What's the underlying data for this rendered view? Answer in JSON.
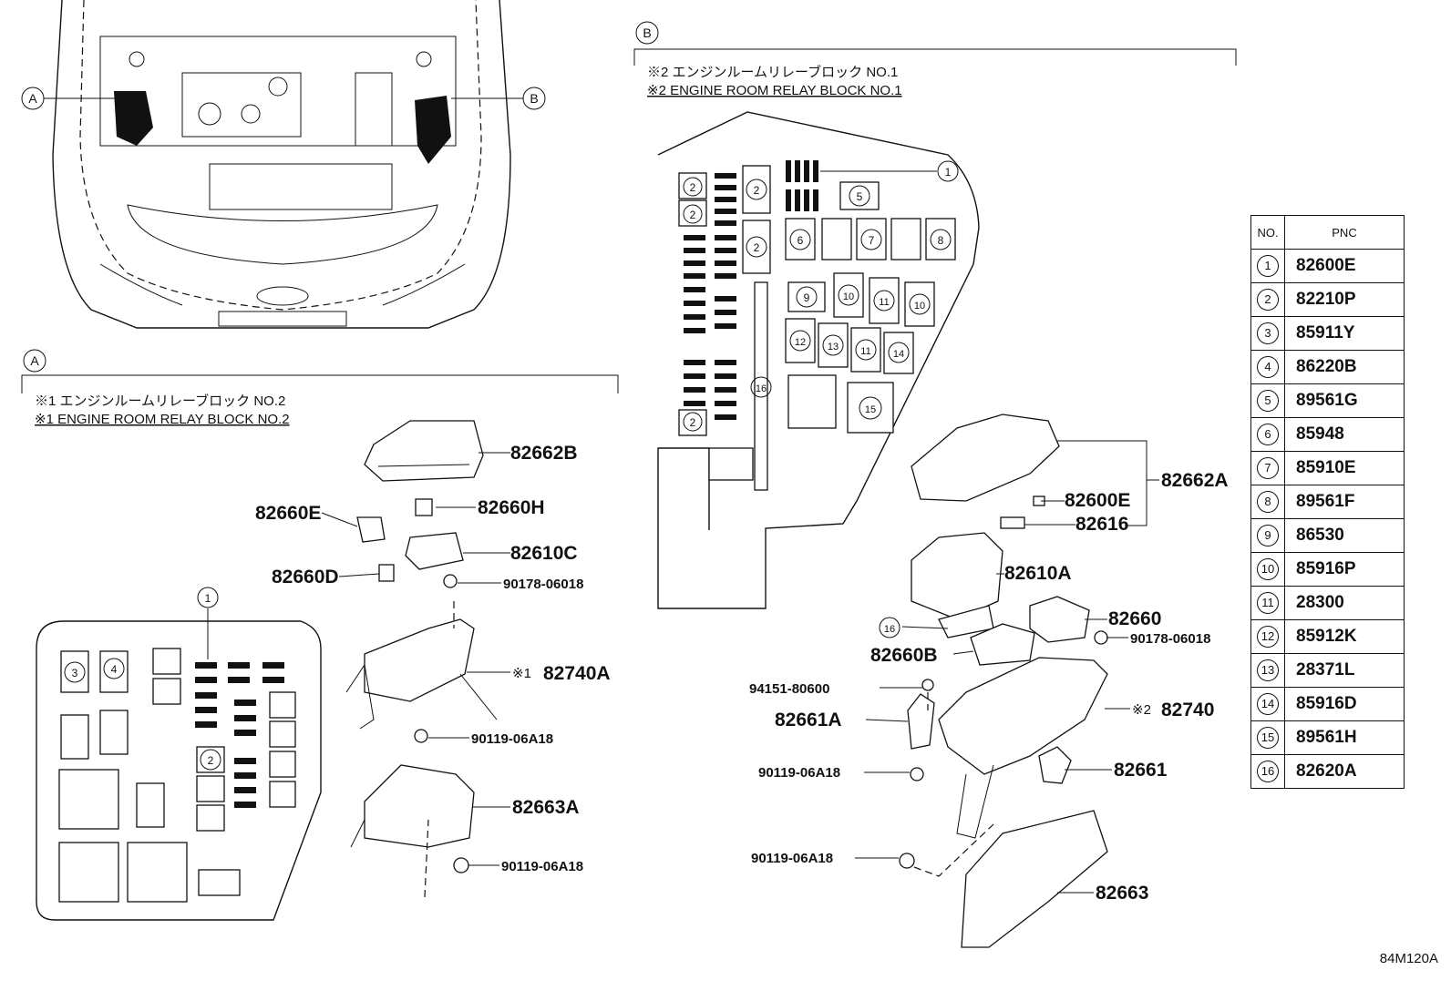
{
  "section_labels": {
    "a": "A",
    "b": "B"
  },
  "block_a": {
    "title_jp": "※1 エンジンルームリレーブロック NO.2",
    "title_en": "※1 ENGINE ROOM RELAY BLOCK NO.2",
    "parts": {
      "p1": "82662B",
      "p2": "82660H",
      "p3": "82660E",
      "p4": "82610C",
      "p5": "82660D",
      "p6": "90178-06018",
      "p7_mark": "※1",
      "p7": "82740A",
      "p8": "90119-06A18",
      "p9": "82663A",
      "p10": "90119-06A18"
    },
    "callouts": {
      "c1": "1",
      "c2": "2",
      "c3": "3",
      "c4": "4"
    }
  },
  "block_b": {
    "title_jp": "※2 エンジンルームリレーブロック NO.1",
    "title_en": "※2 ENGINE ROOM RELAY BLOCK NO.1",
    "parts": {
      "p1": "82662A",
      "p2": "82600E",
      "p3": "82616",
      "p4": "82610A",
      "p5": "82660",
      "p6": "90178-06018",
      "p7": "82660B",
      "p8": "94151-80600",
      "p9": "82661A",
      "p10_mark": "※2",
      "p10": "82740",
      "p11": "90119-06A18",
      "p12": "82661",
      "p13": "90119-06A18",
      "p14": "82663"
    },
    "callouts": {
      "c1": "1",
      "c2a": "2",
      "c2b": "2",
      "c2c": "2",
      "c2d": "2",
      "c2e": "2",
      "c5": "5",
      "c6": "6",
      "c7": "7",
      "c8": "8",
      "c9": "9",
      "c10a": "10",
      "c10b": "10",
      "c11a": "11",
      "c11b": "11",
      "c12": "12",
      "c13": "13",
      "c14": "14",
      "c15": "15",
      "c16a": "16",
      "c16b": "16"
    }
  },
  "table": {
    "header_no": "NO.",
    "header_pnc": "PNC",
    "rows": [
      {
        "no": "1",
        "pnc": "82600E"
      },
      {
        "no": "2",
        "pnc": "82210P"
      },
      {
        "no": "3",
        "pnc": "85911Y"
      },
      {
        "no": "4",
        "pnc": "86220B"
      },
      {
        "no": "5",
        "pnc": "89561G"
      },
      {
        "no": "6",
        "pnc": "85948"
      },
      {
        "no": "7",
        "pnc": "85910E"
      },
      {
        "no": "8",
        "pnc": "89561F"
      },
      {
        "no": "9",
        "pnc": "86530"
      },
      {
        "no": "10",
        "pnc": "85916P"
      },
      {
        "no": "11",
        "pnc": "28300"
      },
      {
        "no": "12",
        "pnc": "85912K"
      },
      {
        "no": "13",
        "pnc": "28371L"
      },
      {
        "no": "14",
        "pnc": "85916D"
      },
      {
        "no": "15",
        "pnc": "89561H"
      },
      {
        "no": "16",
        "pnc": "82620A"
      }
    ]
  },
  "figure_id": "84M120A"
}
